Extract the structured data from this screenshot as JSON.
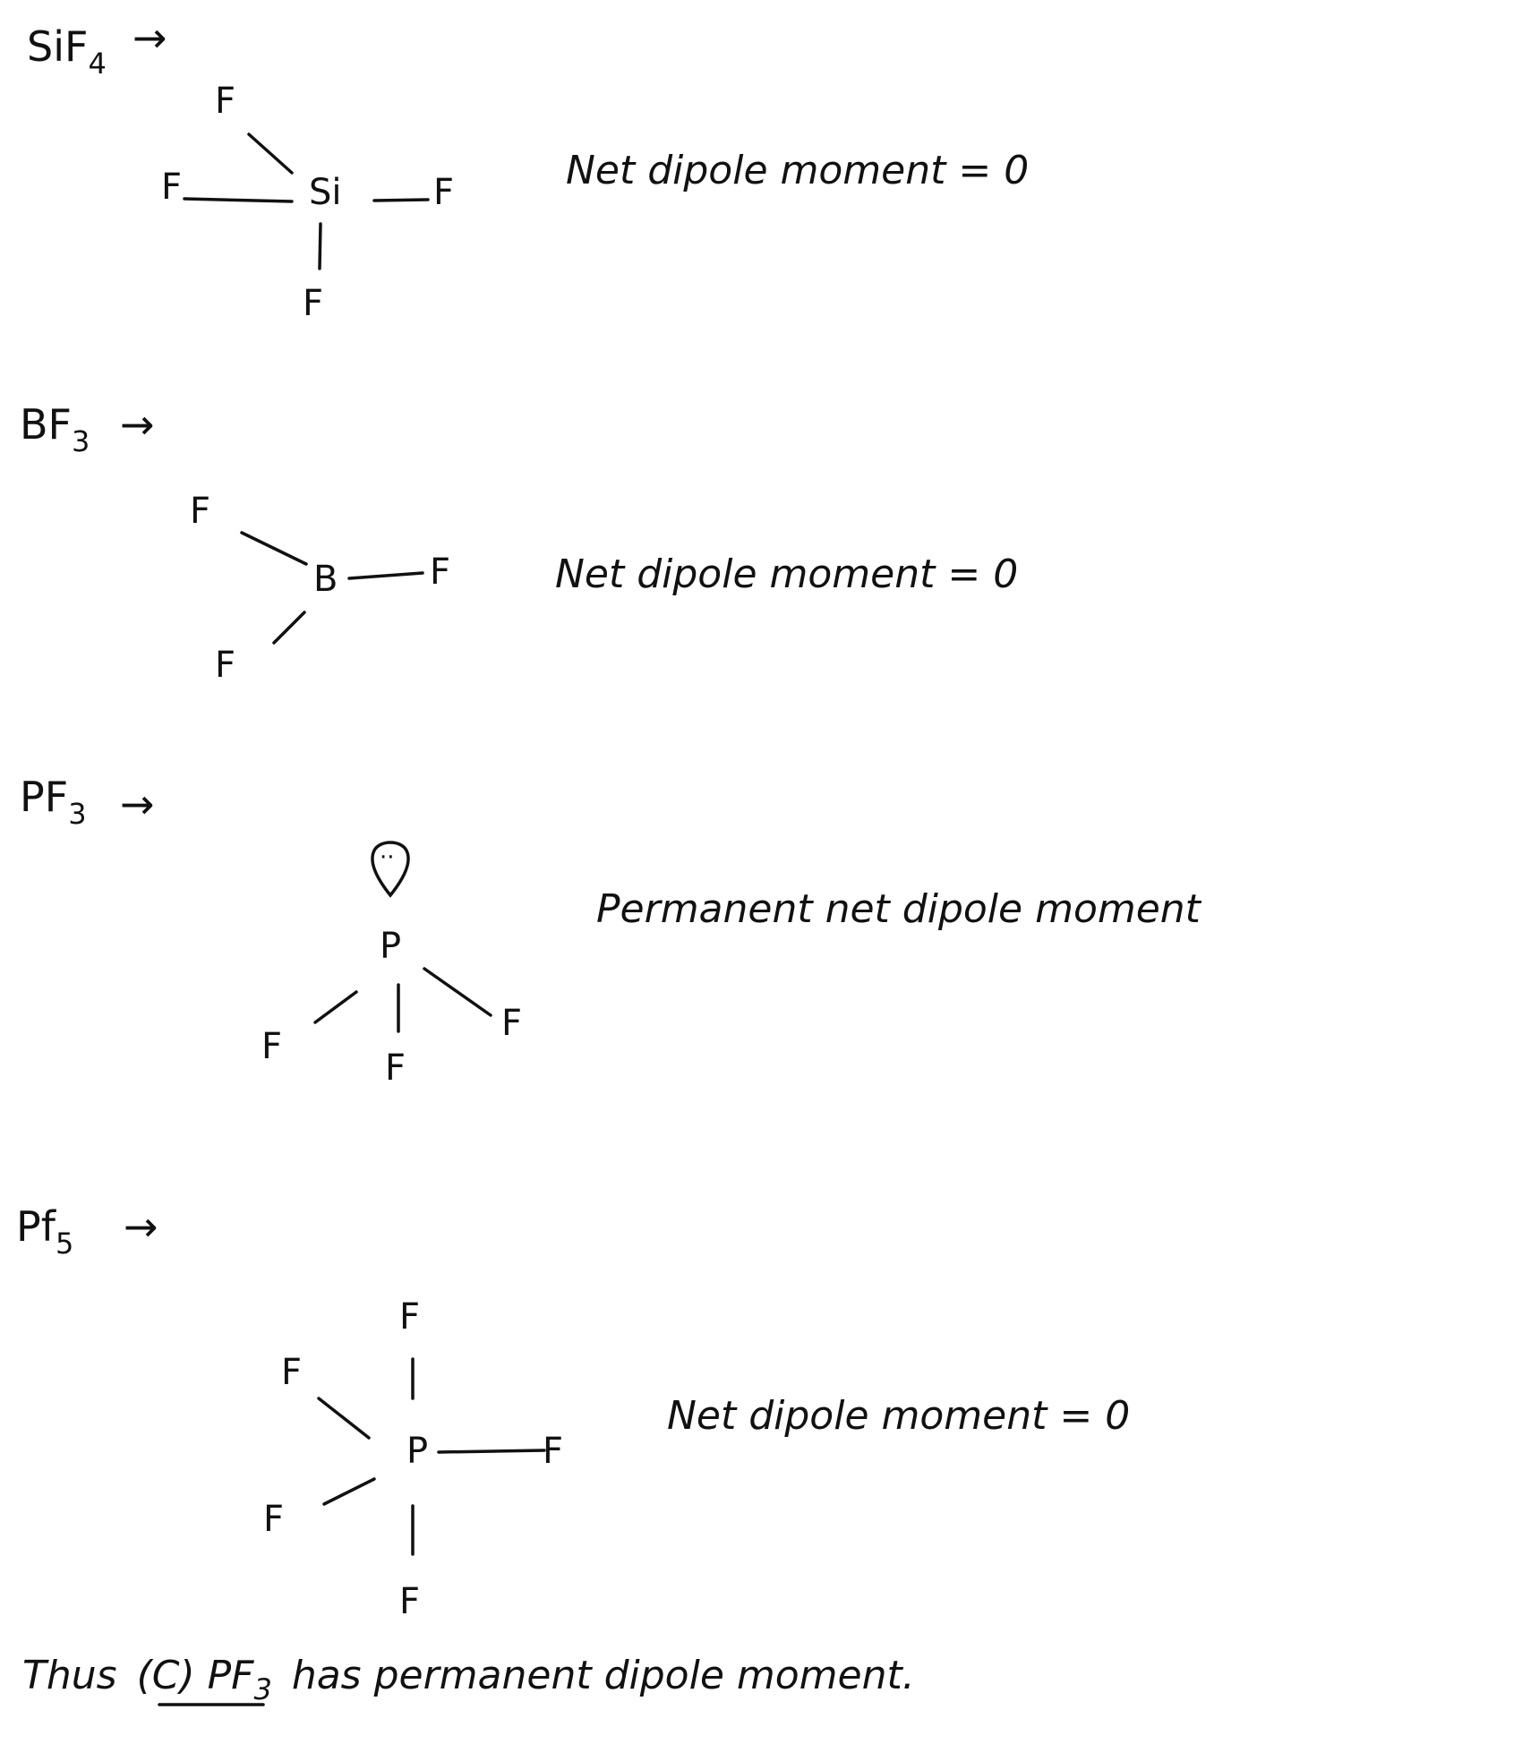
{
  "arrow": "→",
  "sif4": {
    "label": {
      "base": "SiF",
      "sub": "4"
    },
    "central": "Si",
    "ligand": "F",
    "note": "Net dipole moment = 0"
  },
  "bf3": {
    "label": {
      "base": "BF",
      "sub": "3"
    },
    "central": "B",
    "ligand": "F",
    "note": "Net dipole moment = 0"
  },
  "pf3": {
    "label": {
      "base": "PF",
      "sub": "3"
    },
    "central": "P",
    "ligand": "F",
    "lone_pair": "··",
    "note": "Permanent net dipole moment"
  },
  "pf5": {
    "label": {
      "base": "Pf",
      "sub": "5"
    },
    "central": "P",
    "ligand": "F",
    "note": "Net dipole moment = 0"
  },
  "conclusion": {
    "prefix": "Thus",
    "answer": "(C) PF",
    "answer_sub": "3",
    "suffix": "has permanent dipole moment."
  }
}
